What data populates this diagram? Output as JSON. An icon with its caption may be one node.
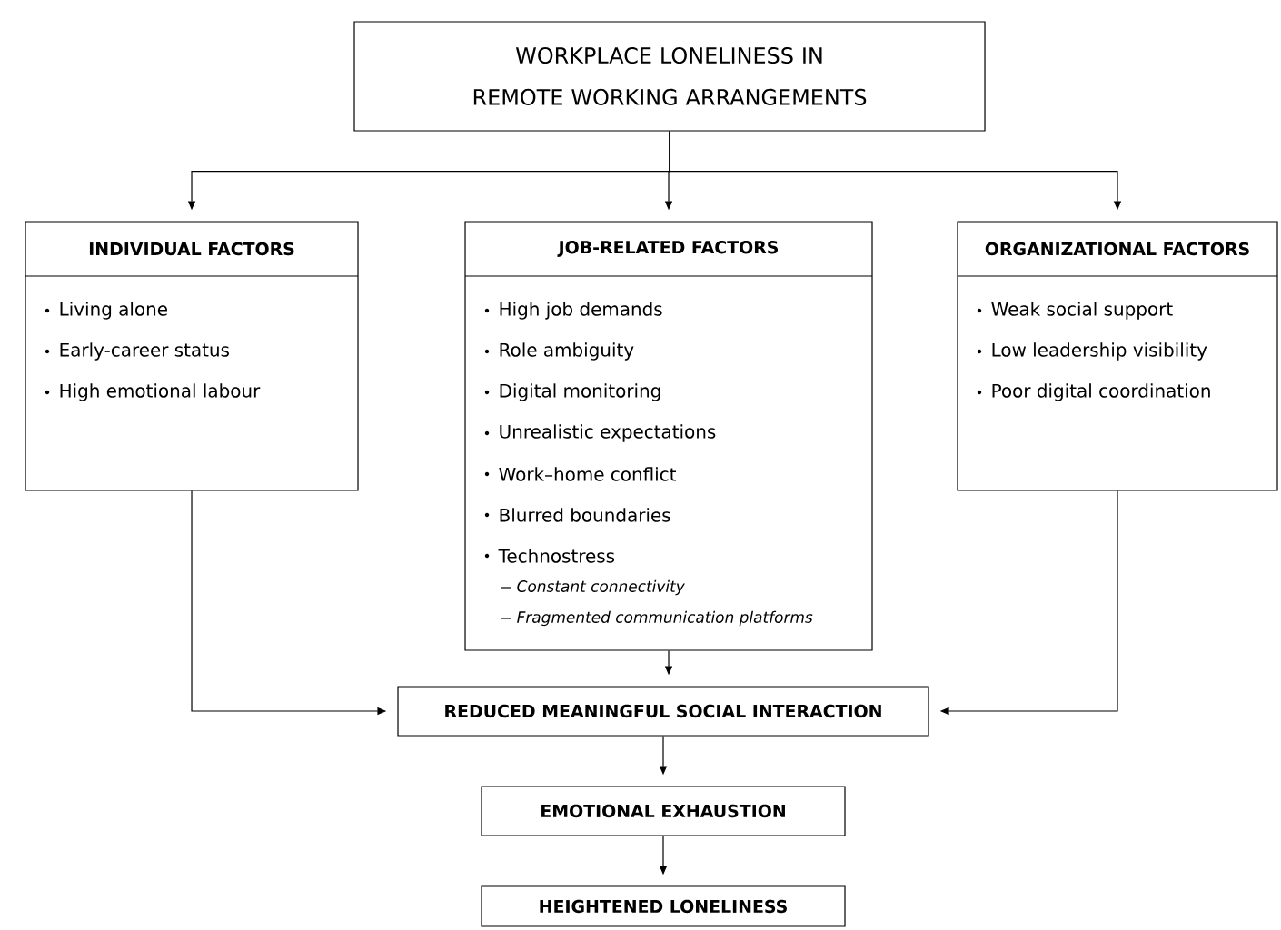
{
  "diagram": {
    "nodes": [
      {
        "text": [
          "WORKPLACE LONELINESS IN REMOTE WORKING ARRANGEMENTS"
        ]
      },
      {
        "text": [
          "INDIVIDUAL FACTORS",
          "Living alone",
          "Early-career status",
          "High emotional labour"
        ]
      },
      {
        "text": [
          "JOB-RELATED FACTORS",
          "High job demands",
          "Role ambiguity",
          "Digital monitoring",
          "Unrealistic expectations",
          "Work–home conflict",
          "Blurred boundaries",
          "Technostress",
          "Constant connectivity",
          "Fragmented communication platforms"
        ]
      },
      {
        "text": [
          "ORGANIZATIONAL FACTORS",
          "Weak social support",
          "Low leadership visibility",
          "Poor digital coordination"
        ]
      },
      {
        "text": [
          "REDUCED MEANINGFUL SOCIAL INTERACTION"
        ]
      },
      {
        "text": [
          "EMOTIONAL EXHAUSTION"
        ]
      },
      {
        "text": [
          "HEIGHTENED LONELINESS"
        ]
      }
    ],
    "edges": [
      {
        "from": 0,
        "to": 1,
        "arrow": "to"
      },
      {
        "from": 0,
        "to": 2,
        "arrow": "to"
      },
      {
        "from": 0,
        "to": 3,
        "arrow": "to"
      },
      {
        "from": 1,
        "to": 4,
        "arrow": "to"
      },
      {
        "from": 2,
        "to": 4,
        "arrow": "to"
      },
      {
        "from": 3,
        "to": 4,
        "arrow": "to"
      },
      {
        "from": 4,
        "to": 5,
        "arrow": "to"
      },
      {
        "from": 5,
        "to": 6,
        "arrow": "to"
      }
    ]
  }
}
